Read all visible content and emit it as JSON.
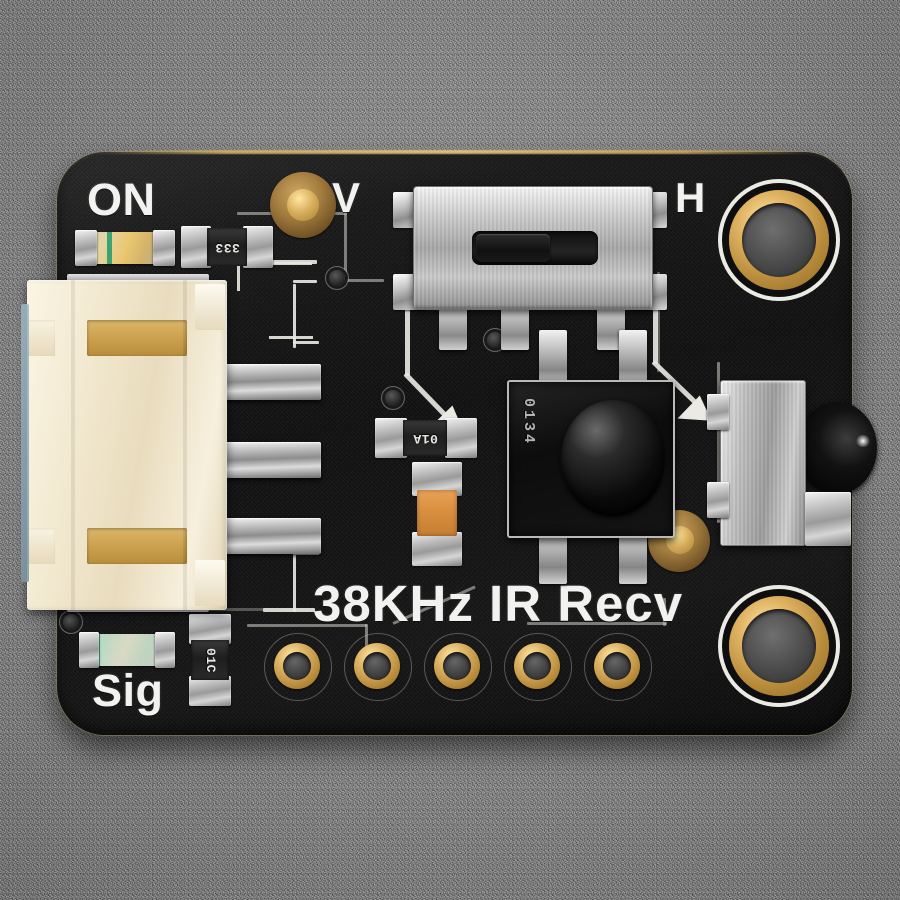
{
  "scene": {
    "subject": "Adafruit 38KHz IR receiver breakout board",
    "background_color": "#8d8d8d",
    "board_color": "#121212",
    "silkscreen_color": "#f2f2f0",
    "gold_color": "#d9ae5e",
    "solder_color": "#c2c2c2"
  },
  "board": {
    "silkscreen": {
      "title": "38KHz IR Recv",
      "led_on_label": "ON",
      "led_sig_label": "Sig",
      "switch_left_label": "V",
      "switch_right_label": "H"
    },
    "components": {
      "resistor_on": {
        "code": "333",
        "name": "on-led-resistor"
      },
      "resistor_sig": {
        "code": "01C",
        "name": "sig-led-resistor"
      },
      "resistor_mid": {
        "code": "01A",
        "name": "pullup-resistor"
      },
      "capacitor": {
        "color": "#d98f3f",
        "name": "decoupling-capacitor"
      },
      "ir_receiver": {
        "marking": "0134",
        "name": "ir-receiver-horizontal"
      },
      "ir_receiver_vertical": {
        "name": "ir-receiver-vertical"
      },
      "slide_switch": {
        "name": "v-h-orientation-switch",
        "position": "left"
      },
      "jst_connector": {
        "pins": 3,
        "name": "stemma-qt-jst-ph-connector"
      }
    },
    "leds": [
      {
        "name": "power-led",
        "label": "ON",
        "color": "#e9c870"
      },
      {
        "name": "signal-led",
        "label": "Sig",
        "color": "#b9d9c3"
      }
    ],
    "mounting_holes": [
      {
        "name": "mounting-hole-top-right"
      },
      {
        "name": "mounting-hole-bottom-right"
      }
    ],
    "header_pins": [
      {
        "name": "header-pin-1"
      },
      {
        "name": "header-pin-2"
      },
      {
        "name": "header-pin-3"
      },
      {
        "name": "header-pin-4"
      },
      {
        "name": "header-pin-5"
      }
    ],
    "test_pads": [
      {
        "name": "test-pad-top"
      },
      {
        "name": "test-pad-right"
      }
    ]
  }
}
